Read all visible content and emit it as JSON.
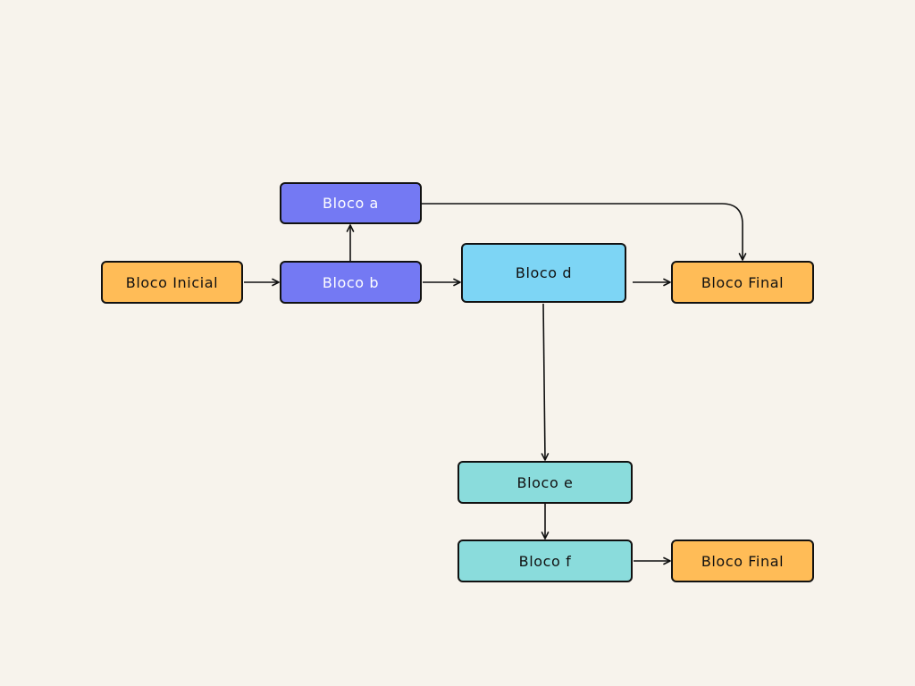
{
  "diagram": {
    "type": "flowchart",
    "colors": {
      "background": "#f7f3ec",
      "terminal": "#ffbc57",
      "violet_block": "#7479f3",
      "sky_block": "#7dd5f5",
      "teal_block": "#8adcdc",
      "stroke": "#111111"
    },
    "nodes": {
      "inicial": {
        "label": "Bloco Inicial"
      },
      "b": {
        "label": "Bloco b"
      },
      "a": {
        "label": "Bloco a"
      },
      "d": {
        "label": "Bloco d"
      },
      "final_top": {
        "label": "Bloco Final"
      },
      "e": {
        "label": "Bloco e"
      },
      "f": {
        "label": "Bloco f"
      },
      "final_bottom": {
        "label": "Bloco Final"
      }
    },
    "edges": [
      {
        "from": "inicial",
        "to": "b"
      },
      {
        "from": "b",
        "to": "a"
      },
      {
        "from": "b",
        "to": "d"
      },
      {
        "from": "a",
        "to": "final_top"
      },
      {
        "from": "d",
        "to": "final_top"
      },
      {
        "from": "d",
        "to": "e"
      },
      {
        "from": "e",
        "to": "f"
      },
      {
        "from": "f",
        "to": "final_bottom"
      }
    ]
  }
}
